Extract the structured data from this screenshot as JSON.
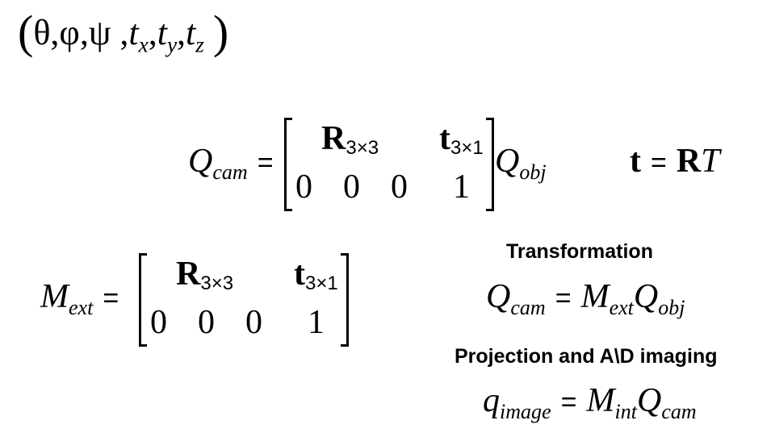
{
  "params": {
    "open": "(",
    "theta": "θ",
    "phi": "φ",
    "psi": "ψ",
    "t": "t",
    "sub_x": "x",
    "sub_y": "y",
    "sub_z": "z",
    "comma": ",",
    "close": ")"
  },
  "eq1": {
    "lhs": "Q",
    "lhs_sub": "cam",
    "equals": "=",
    "R": "R",
    "R_sub": "3×3",
    "t": "t",
    "t_sub": "3×1",
    "row2": [
      "0",
      "0",
      "0",
      "1"
    ],
    "rhs": "Q",
    "rhs_sub": "obj"
  },
  "eq_t": {
    "t": "t",
    "equals": "=",
    "R": "R",
    "T": "T"
  },
  "eq2": {
    "lhs": "M",
    "lhs_sub": "ext",
    "equals": "=",
    "R": "R",
    "R_sub": "3×3",
    "t": "t",
    "t_sub": "3×1",
    "row2": [
      "0",
      "0",
      "0",
      "1"
    ]
  },
  "transformation": {
    "label": "Transformation",
    "lhs": "Q",
    "lhs_sub": "cam",
    "equals": "=",
    "m": "M",
    "m_sub": "ext",
    "q": "Q",
    "q_sub": "obj"
  },
  "projection": {
    "label": "Projection  and A\\D imaging",
    "lhs": "q",
    "lhs_sub": "image",
    "equals": "=",
    "m": "M",
    "m_sub": "int",
    "q": "Q",
    "q_sub": "cam"
  }
}
